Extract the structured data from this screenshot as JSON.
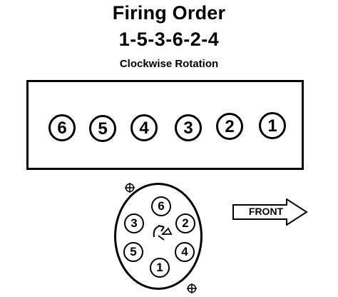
{
  "header": {
    "title": "Firing Order",
    "order": "1-5-3-6-2-4",
    "rotation": "Clockwise Rotation"
  },
  "engine_block": {
    "cylinders": [
      "6",
      "5",
      "4",
      "3",
      "2",
      "1"
    ]
  },
  "distributor": {
    "terminals": {
      "top": "6",
      "upper_left": "3",
      "upper_right": "2",
      "lower_left": "5",
      "lower_right": "4",
      "bottom": "1"
    },
    "rotation_icon": "clockwise-arrow-icon",
    "mount_icon": "plus-circle-icon"
  },
  "direction": {
    "label": "FRONT",
    "icon": "right-arrow-icon"
  }
}
